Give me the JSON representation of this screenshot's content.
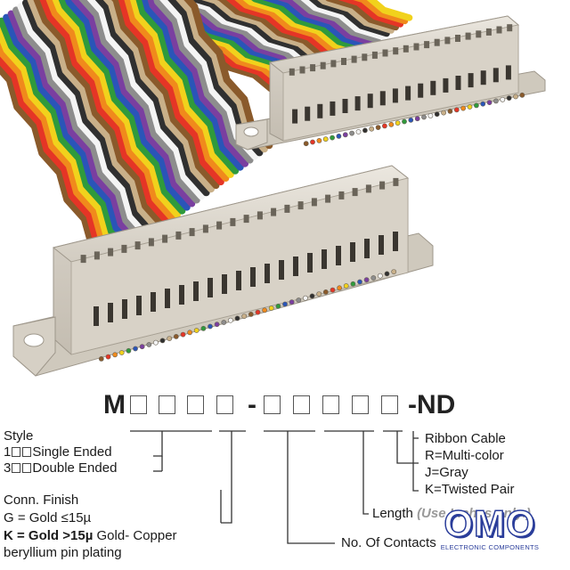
{
  "part_number": {
    "prefix": "M",
    "separator": "-",
    "suffix": "-ND"
  },
  "style": {
    "title": "Style",
    "option_1_code": "1",
    "option_1_label": "Single Ended",
    "option_3_code": "3",
    "option_3_label": "Double Ended"
  },
  "finish": {
    "title": "Conn. Finish",
    "gold_low": "G = Gold ≤15µ",
    "gold_high": "K = Gold >15µ",
    "gold_high_desc": " Gold- Copper",
    "gold_high_desc_2": "beryllium pin plating"
  },
  "ribbon": {
    "title": "Ribbon Cable",
    "option_r": "R=Multi-color",
    "option_j": "J=Gray",
    "option_k": "K=Twisted Pair"
  },
  "length": {
    "label": "Length",
    "note": "(Use Inches only.)"
  },
  "contacts": {
    "label": "No. Of Contacts"
  },
  "logo": {
    "main": "OMO",
    "sub": "ELECTRONIC COMPONENTS"
  },
  "colors": {
    "connector": "#d9d4ca",
    "connector_shade": "#bdb6aa",
    "logo": "#2a3d9a",
    "wires": [
      "#8a5a2b",
      "#e53526",
      "#f08a1c",
      "#f1d21c",
      "#2f9a3c",
      "#2a55b8",
      "#7a3fa0",
      "#8d8d8d",
      "#f4f4f4",
      "#303030",
      "#c9b089"
    ]
  }
}
